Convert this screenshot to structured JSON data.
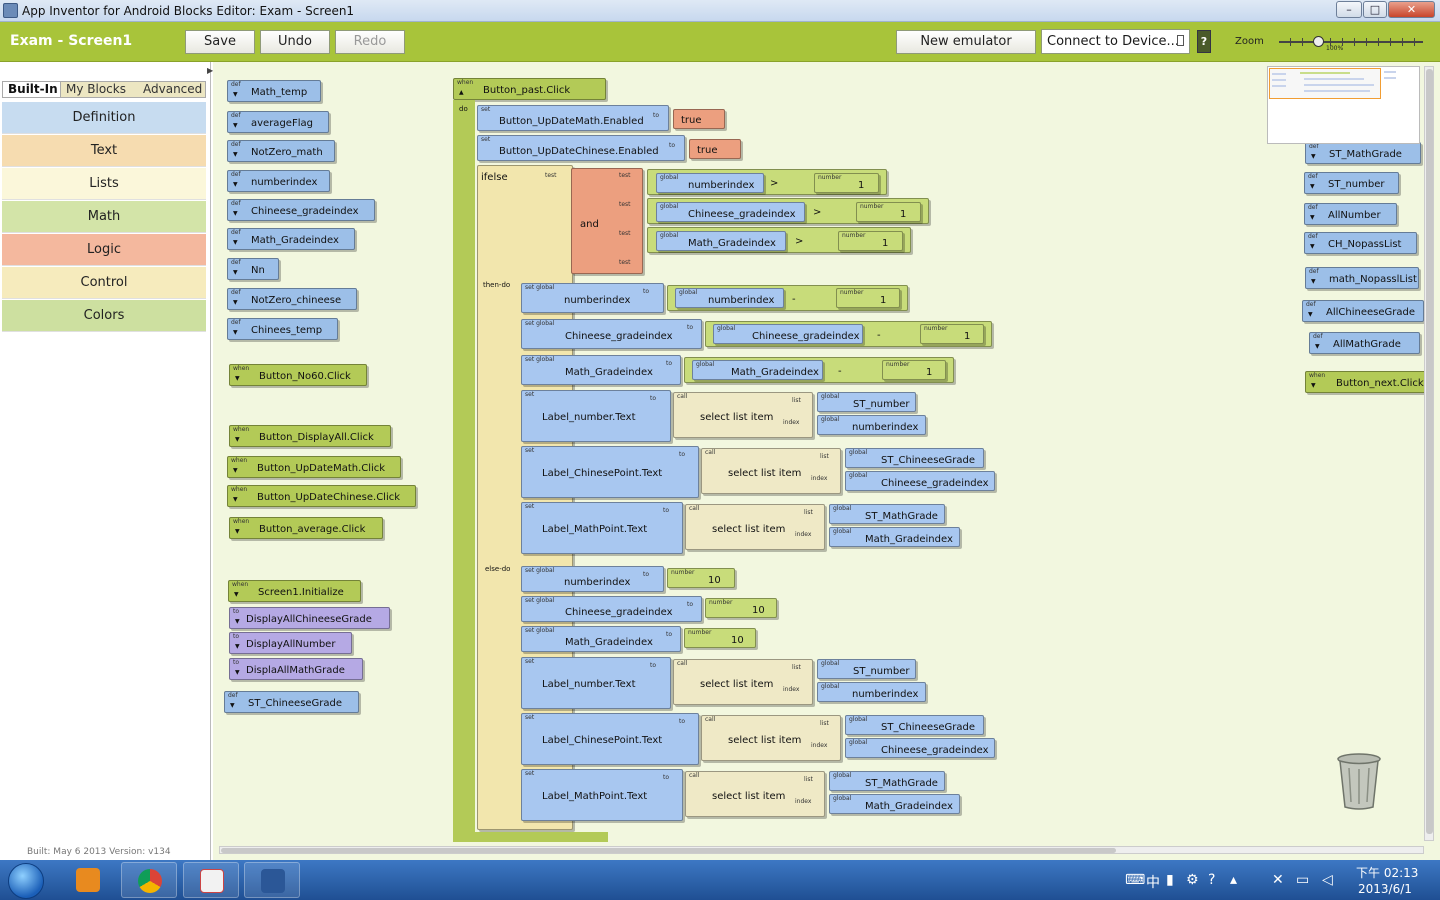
{
  "window": {
    "title": "App Inventor for Android Blocks Editor: Exam - Screen1"
  },
  "toolbar": {
    "project": "Exam - Screen1",
    "save": "Save",
    "undo": "Undo",
    "redo": "Redo",
    "new_emulator": "New emulator",
    "connect": "Connect to Device...",
    "help": "?",
    "zoom_label": "Zoom",
    "zoom_pct": "100%"
  },
  "drawer_tabs": [
    "Built-In",
    "My Blocks",
    "Advanced"
  ],
  "drawers": [
    {
      "label": "Definition",
      "color": "#c7dcf0"
    },
    {
      "label": "Text",
      "color": "#f6dcb0"
    },
    {
      "label": "Lists",
      "color": "#fbf7da"
    },
    {
      "label": "Math",
      "color": "#d3e4a8"
    },
    {
      "label": "Logic",
      "color": "#f4b89e"
    },
    {
      "label": "Control",
      "color": "#f6ebbd"
    },
    {
      "label": "Colors",
      "color": "#cde0a0"
    }
  ],
  "build_info": "Built: May 6 2013 Version: v134",
  "tags": {
    "def": "def",
    "when": "when",
    "to": "to",
    "set": "set",
    "set_global": "set global",
    "global": "global",
    "number": "number",
    "call": "call",
    "list": "list",
    "index": "index",
    "test": "test"
  },
  "left_blocks": {
    "defs": [
      "Math_temp",
      "averageFlag",
      "NotZero_math",
      "numberindex",
      "Chineese_gradeindex",
      "Math_Gradeindex",
      "Nn",
      "NotZero_chineese",
      "Chinees_temp"
    ],
    "events": [
      "Button_No60.Click",
      "Button_DisplayAll.Click",
      "Button_UpDateMath.Click",
      "Button_UpDateChinese.Click",
      "Button_average.Click",
      "Screen1.Initialize"
    ],
    "procs": [
      "DisplayAllChineeseGrade",
      "DisplayAllNumber",
      "DisplaAllMathGrade"
    ],
    "def_last": "ST_ChineeseGrade"
  },
  "right_blocks": {
    "defs": [
      "ST_MathGrade",
      "ST_number",
      "AllNumber",
      "CH_NopassList",
      "math_NopasslList",
      "AllChineeseGrade",
      "AllMathGrade"
    ],
    "event": "Button_next.Click"
  },
  "main_block": {
    "event": "Button_past.Click",
    "do": "do",
    "set1": "Button_UpDateMath.Enabled",
    "set2": "Button_UpDateChinese.Enabled",
    "true": "true",
    "ifelse": "ifelse",
    "then_do": "then-do",
    "else_do": "else-do",
    "and": "and",
    "gt": ">",
    "minus": "-",
    "one": "1",
    "ten": "10",
    "var_numberindex": "numberindex",
    "var_chineese": "Chineese_gradeindex",
    "var_math": "Math_Gradeindex",
    "label_number": "Label_number.Text",
    "label_chinese": "Label_ChinesePoint.Text",
    "label_math": "Label_MathPoint.Text",
    "select_list_item": "select list item",
    "st_number": "ST_number",
    "st_chineese": "ST_ChineeseGrade",
    "st_math": "ST_MathGrade"
  },
  "taskbar": {
    "time": "下午 02:13",
    "date": "2013/6/1"
  }
}
